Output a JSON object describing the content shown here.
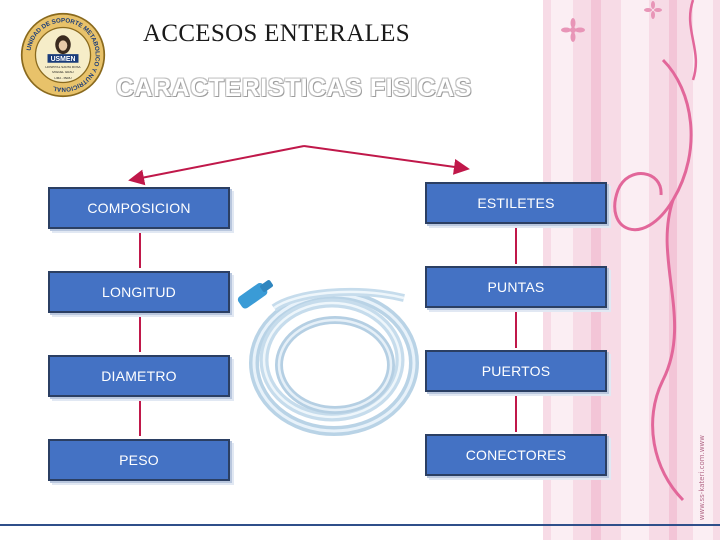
{
  "header": {
    "title": "ACCESOS ENTERALES",
    "subtitle": "CARACTERISTICAS FISICAS"
  },
  "logo": {
    "ring_text": "UNIDAD DE SOPORTE METABOLICO Y NUTRICIONAL",
    "name": "USMEN",
    "hospital": "HOSPITAL SANTA ROSA",
    "motto": "MIGUEL GRAU",
    "founded": "LIMA - PERU"
  },
  "diagram": {
    "left_column": [
      "COMPOSICION",
      "LONGITUD",
      "DIAMETRO",
      "PESO"
    ],
    "right_column": [
      "ESTILETES",
      "PUNTAS",
      "PUERTOS",
      "CONECTORES"
    ]
  },
  "watermark": "www.ss-kateri.com.www",
  "colors": {
    "box_fill": "#4472c4",
    "box_border": "#2b3f63",
    "connector": "#c0184a",
    "deco_pink": "#e2679a",
    "bottom_line": "#2f4f8a"
  }
}
